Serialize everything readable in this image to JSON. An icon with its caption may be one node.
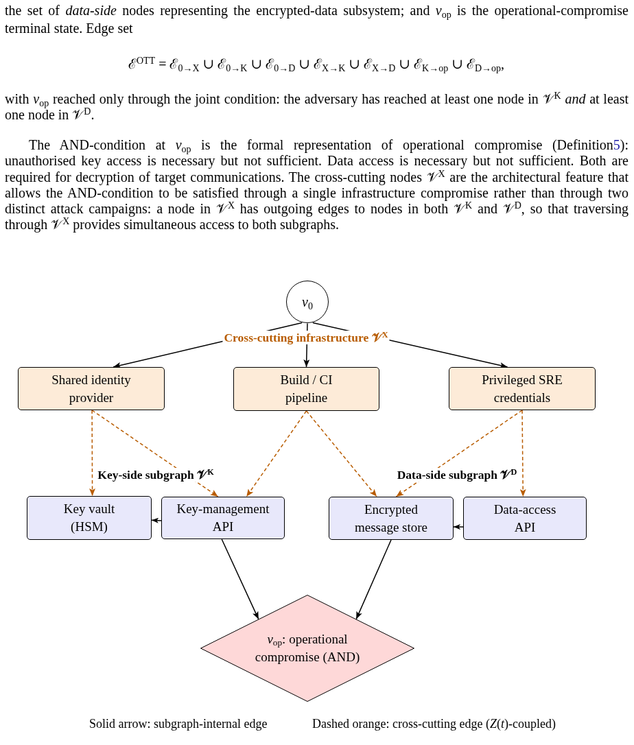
{
  "diagram": {
    "nodes": [
      {
        "text": [
          "*v*$_{0}$"
        ]
      },
      {
        "text": [
          "Shared identity provider"
        ]
      },
      {
        "text": [
          "Build / CI pipeline"
        ]
      },
      {
        "text": [
          "Privileged SRE credentials"
        ]
      },
      {
        "text": [
          "Key vault (HSM)"
        ]
      },
      {
        "text": [
          "Key-management API"
        ]
      },
      {
        "text": [
          "Encrypted message store"
        ]
      },
      {
        "text": [
          "Data-access API"
        ]
      },
      {
        "text": [
          "*v*$_{op}$: operational compromise (AND)"
        ]
      }
    ],
    "edges": [
      {
        "from": 0,
        "to": 1,
        "arrow": "to"
      },
      {
        "from": 0,
        "to": 2,
        "arrow": "to"
      },
      {
        "from": 0,
        "to": 3,
        "arrow": "to"
      },
      {
        "from": 1,
        "to": 4,
        "arrow": "to",
        "style": "dashed",
        "color": "#b85c00"
      },
      {
        "from": 1,
        "to": 5,
        "arrow": "to",
        "style": "dashed",
        "color": "#b85c00"
      },
      {
        "from": 2,
        "to": 5,
        "arrow": "to",
        "style": "dashed",
        "color": "#b85c00"
      },
      {
        "from": 2,
        "to": 6,
        "arrow": "to",
        "style": "dashed",
        "color": "#b85c00"
      },
      {
        "from": 3,
        "to": 6,
        "arrow": "to",
        "style": "dashed",
        "color": "#b85c00"
      },
      {
        "from": 3,
        "to": 7,
        "arrow": "to",
        "style": "dashed",
        "color": "#b85c00"
      },
      {
        "from": 5,
        "to": 4,
        "arrow": "to"
      },
      {
        "from": 7,
        "to": 6,
        "arrow": "to"
      },
      {
        "from": 5,
        "to": 8,
        "arrow": "to"
      },
      {
        "from": 6,
        "to": 8,
        "arrow": "to"
      }
    ],
    "labels": [
      "the set of *data-side* nodes representing the encrypted-data subsystem; and *v*$_{op}$ is the operational-compromise terminal state. Edge set",
      "ℰ$^{OTT}$ = ℰ$_{0→X}$ ∪ ℰ$_{0→K}$ ∪ ℰ$_{0→D}$ ∪ ℰ$_{X→K}$ ∪ ℰ$_{X→D}$ ∪ ℰ$_{K→op}$ ∪ ℰ$_{D→op}$,",
      "with *v*$_{op}$ reached only through the joint condition: the adversary has reached at least one node in 𝒱$^{K}$ *and* at least one node in 𝒱$^{D}$.",
      "The AND-condition at *v*$_{op}$ is the formal representation of operational compromise (Definition",
      "5",
      "): unauthorised key access is necessary but not sufficient. Data access is necessary but not sufficient. Both are required for decryption of target communications. The cross-cutting nodes 𝒱$^{X}$ are the architectural feature that allows the AND-condition to be satisfied through a single infrastructure compromise rather than through two distinct attack campaigns: a node in 𝒱$^{X}$ has outgoing edges to nodes in both 𝒱$^{K}$ and 𝒱$^{D}$, so that traversing through 𝒱$^{X}$ provides simultaneous access to both subgraphs.",
      "Cross-cutting infrastructure 𝒱$^{X}$",
      "Key-side subgraph 𝒱$^{K}$",
      "Data-side subgraph 𝒱$^{D}$",
      "Solid arrow: subgraph-internal edge",
      "Dashed orange: cross-cutting edge (*Z*(*t*)-coupled)"
    ]
  }
}
